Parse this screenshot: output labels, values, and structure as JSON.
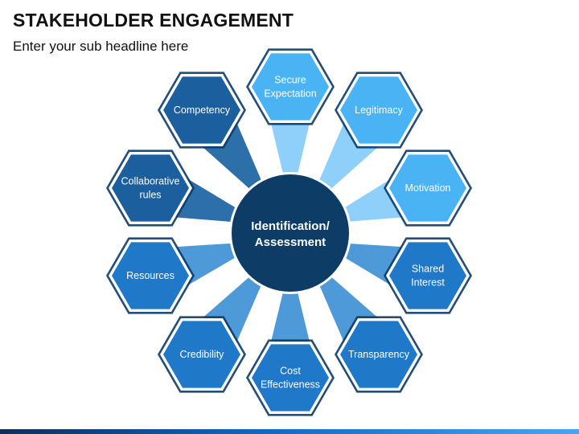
{
  "title": "STAKEHOLDER ENGAGEMENT",
  "subtitle": "Enter your sub headline here",
  "center": {
    "line1": "Identification/",
    "line2": "Assessment"
  },
  "nodes": [
    {
      "id": "secure-expectation",
      "lines": [
        "Secure",
        "Expectation"
      ],
      "fill": "#4ab3f4",
      "ray": "#8fd0fb"
    },
    {
      "id": "legitimacy",
      "lines": [
        "Legitimacy"
      ],
      "fill": "#4ab3f4",
      "ray": "#8fd0fb"
    },
    {
      "id": "motivation",
      "lines": [
        "Motivation"
      ],
      "fill": "#4ab3f4",
      "ray": "#8fd0fb"
    },
    {
      "id": "shared-interest",
      "lines": [
        "Shared",
        "Interest"
      ],
      "fill": "#1f78c8",
      "ray": "#4e9ad8"
    },
    {
      "id": "transparency",
      "lines": [
        "Transparency"
      ],
      "fill": "#1f78c8",
      "ray": "#4e9ad8"
    },
    {
      "id": "cost-effectiveness",
      "lines": [
        "Cost",
        "Effectiveness"
      ],
      "fill": "#1f78c8",
      "ray": "#4e9ad8"
    },
    {
      "id": "credibility",
      "lines": [
        "Credibility"
      ],
      "fill": "#1f78c8",
      "ray": "#4e9ad8"
    },
    {
      "id": "resources",
      "lines": [
        "Resources"
      ],
      "fill": "#1f78c8",
      "ray": "#4e9ad8"
    },
    {
      "id": "collaborative-rules",
      "lines": [
        "Collaborative",
        "rules"
      ],
      "fill": "#1c5f9e",
      "ray": "#2d6fa8"
    },
    {
      "id": "competency",
      "lines": [
        "Competency"
      ],
      "fill": "#1c5f9e",
      "ray": "#2d6fa8"
    }
  ],
  "colors": {
    "center": "#0d3c66",
    "hex_border": "#ffffff",
    "hex_shadow": "#0c3a68"
  }
}
